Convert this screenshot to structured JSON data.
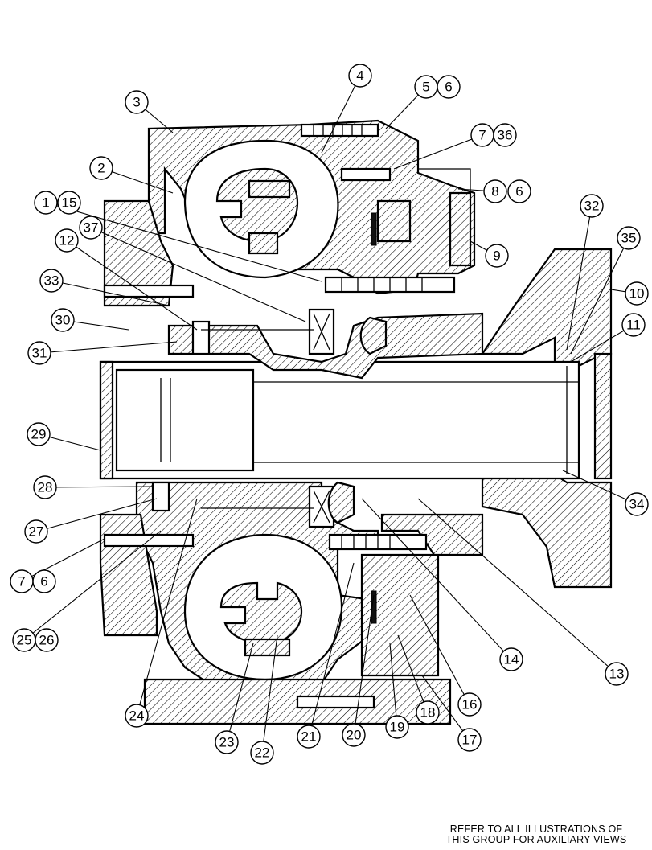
{
  "callouts": [
    {
      "label": "4"
    },
    {
      "label": "5"
    },
    {
      "label": "6"
    },
    {
      "label": "3"
    },
    {
      "label": "7"
    },
    {
      "label": "36"
    },
    {
      "label": "2"
    },
    {
      "label": "8"
    },
    {
      "label": "6"
    },
    {
      "label": "1"
    },
    {
      "label": "15"
    },
    {
      "label": "32"
    },
    {
      "label": "37"
    },
    {
      "label": "35"
    },
    {
      "label": "12"
    },
    {
      "label": "9"
    },
    {
      "label": "10"
    },
    {
      "label": "33"
    },
    {
      "label": "30"
    },
    {
      "label": "11"
    },
    {
      "label": "31"
    },
    {
      "label": "29"
    },
    {
      "label": "28"
    },
    {
      "label": "34"
    },
    {
      "label": "27"
    },
    {
      "label": "7"
    },
    {
      "label": "6"
    },
    {
      "label": "14"
    },
    {
      "label": "13"
    },
    {
      "label": "25"
    },
    {
      "label": "26"
    },
    {
      "label": "16"
    },
    {
      "label": "24"
    },
    {
      "label": "18"
    },
    {
      "label": "19"
    },
    {
      "label": "20"
    },
    {
      "label": "21"
    },
    {
      "label": "17"
    },
    {
      "label": "23"
    },
    {
      "label": "22"
    }
  ],
  "footer": {
    "line1": "REFER TO ALL ILLUSTRATIONS OF",
    "line2": "THIS GROUP FOR AUXILIARY VIEWS"
  }
}
